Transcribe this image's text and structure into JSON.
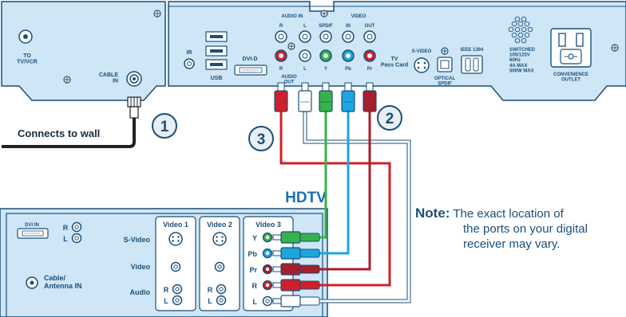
{
  "receiver": {
    "labels": {
      "to_tv_vcr": "TO\nTV/VCR",
      "cable_in": "CABLE\nIN",
      "ir": "IR",
      "usb": "USB",
      "dvi_d": "DVI-D",
      "audio_in": "AUDIO IN",
      "audio_r": "R",
      "audio_l": "L",
      "audio_r2": "R",
      "audio_l2": "L",
      "spdif": "SPDIF",
      "video": "VIDEO",
      "video_in": "IN",
      "video_out": "OUT",
      "audio_out": "AUDIO\nOUT",
      "y": "Y",
      "pb": "Pb",
      "pr": "Pr",
      "tv_pass_card": "TV\nPass Card",
      "s_video": "S-VIDEO",
      "optical_spdif": "OPTICAL\nSPDIF",
      "ieee_1394": "IEEE 1394",
      "switched": "SWITCHED\n105/125V\n60Hz\n4A MAX\n500W MAX",
      "convenience_outlet": "CONVENIENCE\nOUTLET"
    }
  },
  "callouts": {
    "one": "1",
    "two": "2",
    "three": "3"
  },
  "wall_label": "Connects to wall",
  "hdtv": {
    "title": "HDTV",
    "dvi_in": "DVI IN",
    "r": "R",
    "l": "L",
    "s_video": "S-Video",
    "video": "Video",
    "audio": "Audio",
    "cable_antenna_in": "Cable/\nAntenna IN",
    "video1": "Video 1",
    "video2": "Video 2",
    "video3": "Video 3",
    "v1_r": "R",
    "v1_l": "L",
    "v2_r": "R",
    "v2_l": "L",
    "v3_y": "Y",
    "v3_pb": "Pb",
    "v3_pr": "Pr",
    "v3_r": "R",
    "v3_l": "L"
  },
  "note": {
    "title": "Note:",
    "line1": "The exact location of",
    "line2": "the ports on your digital",
    "line3": "receiver may vary."
  },
  "colors": {
    "panel_blue": "#cfe6f7",
    "outline_blue": "#1a4f7a",
    "title_blue": "#1a6fb8",
    "cable_red": "#d11f2a",
    "cable_dark_red": "#a81e2c",
    "cable_green": "#36b24a",
    "cable_blue": "#1ca6e0",
    "cable_white": "#ffffff",
    "callout_fill": "#e8eef4"
  }
}
